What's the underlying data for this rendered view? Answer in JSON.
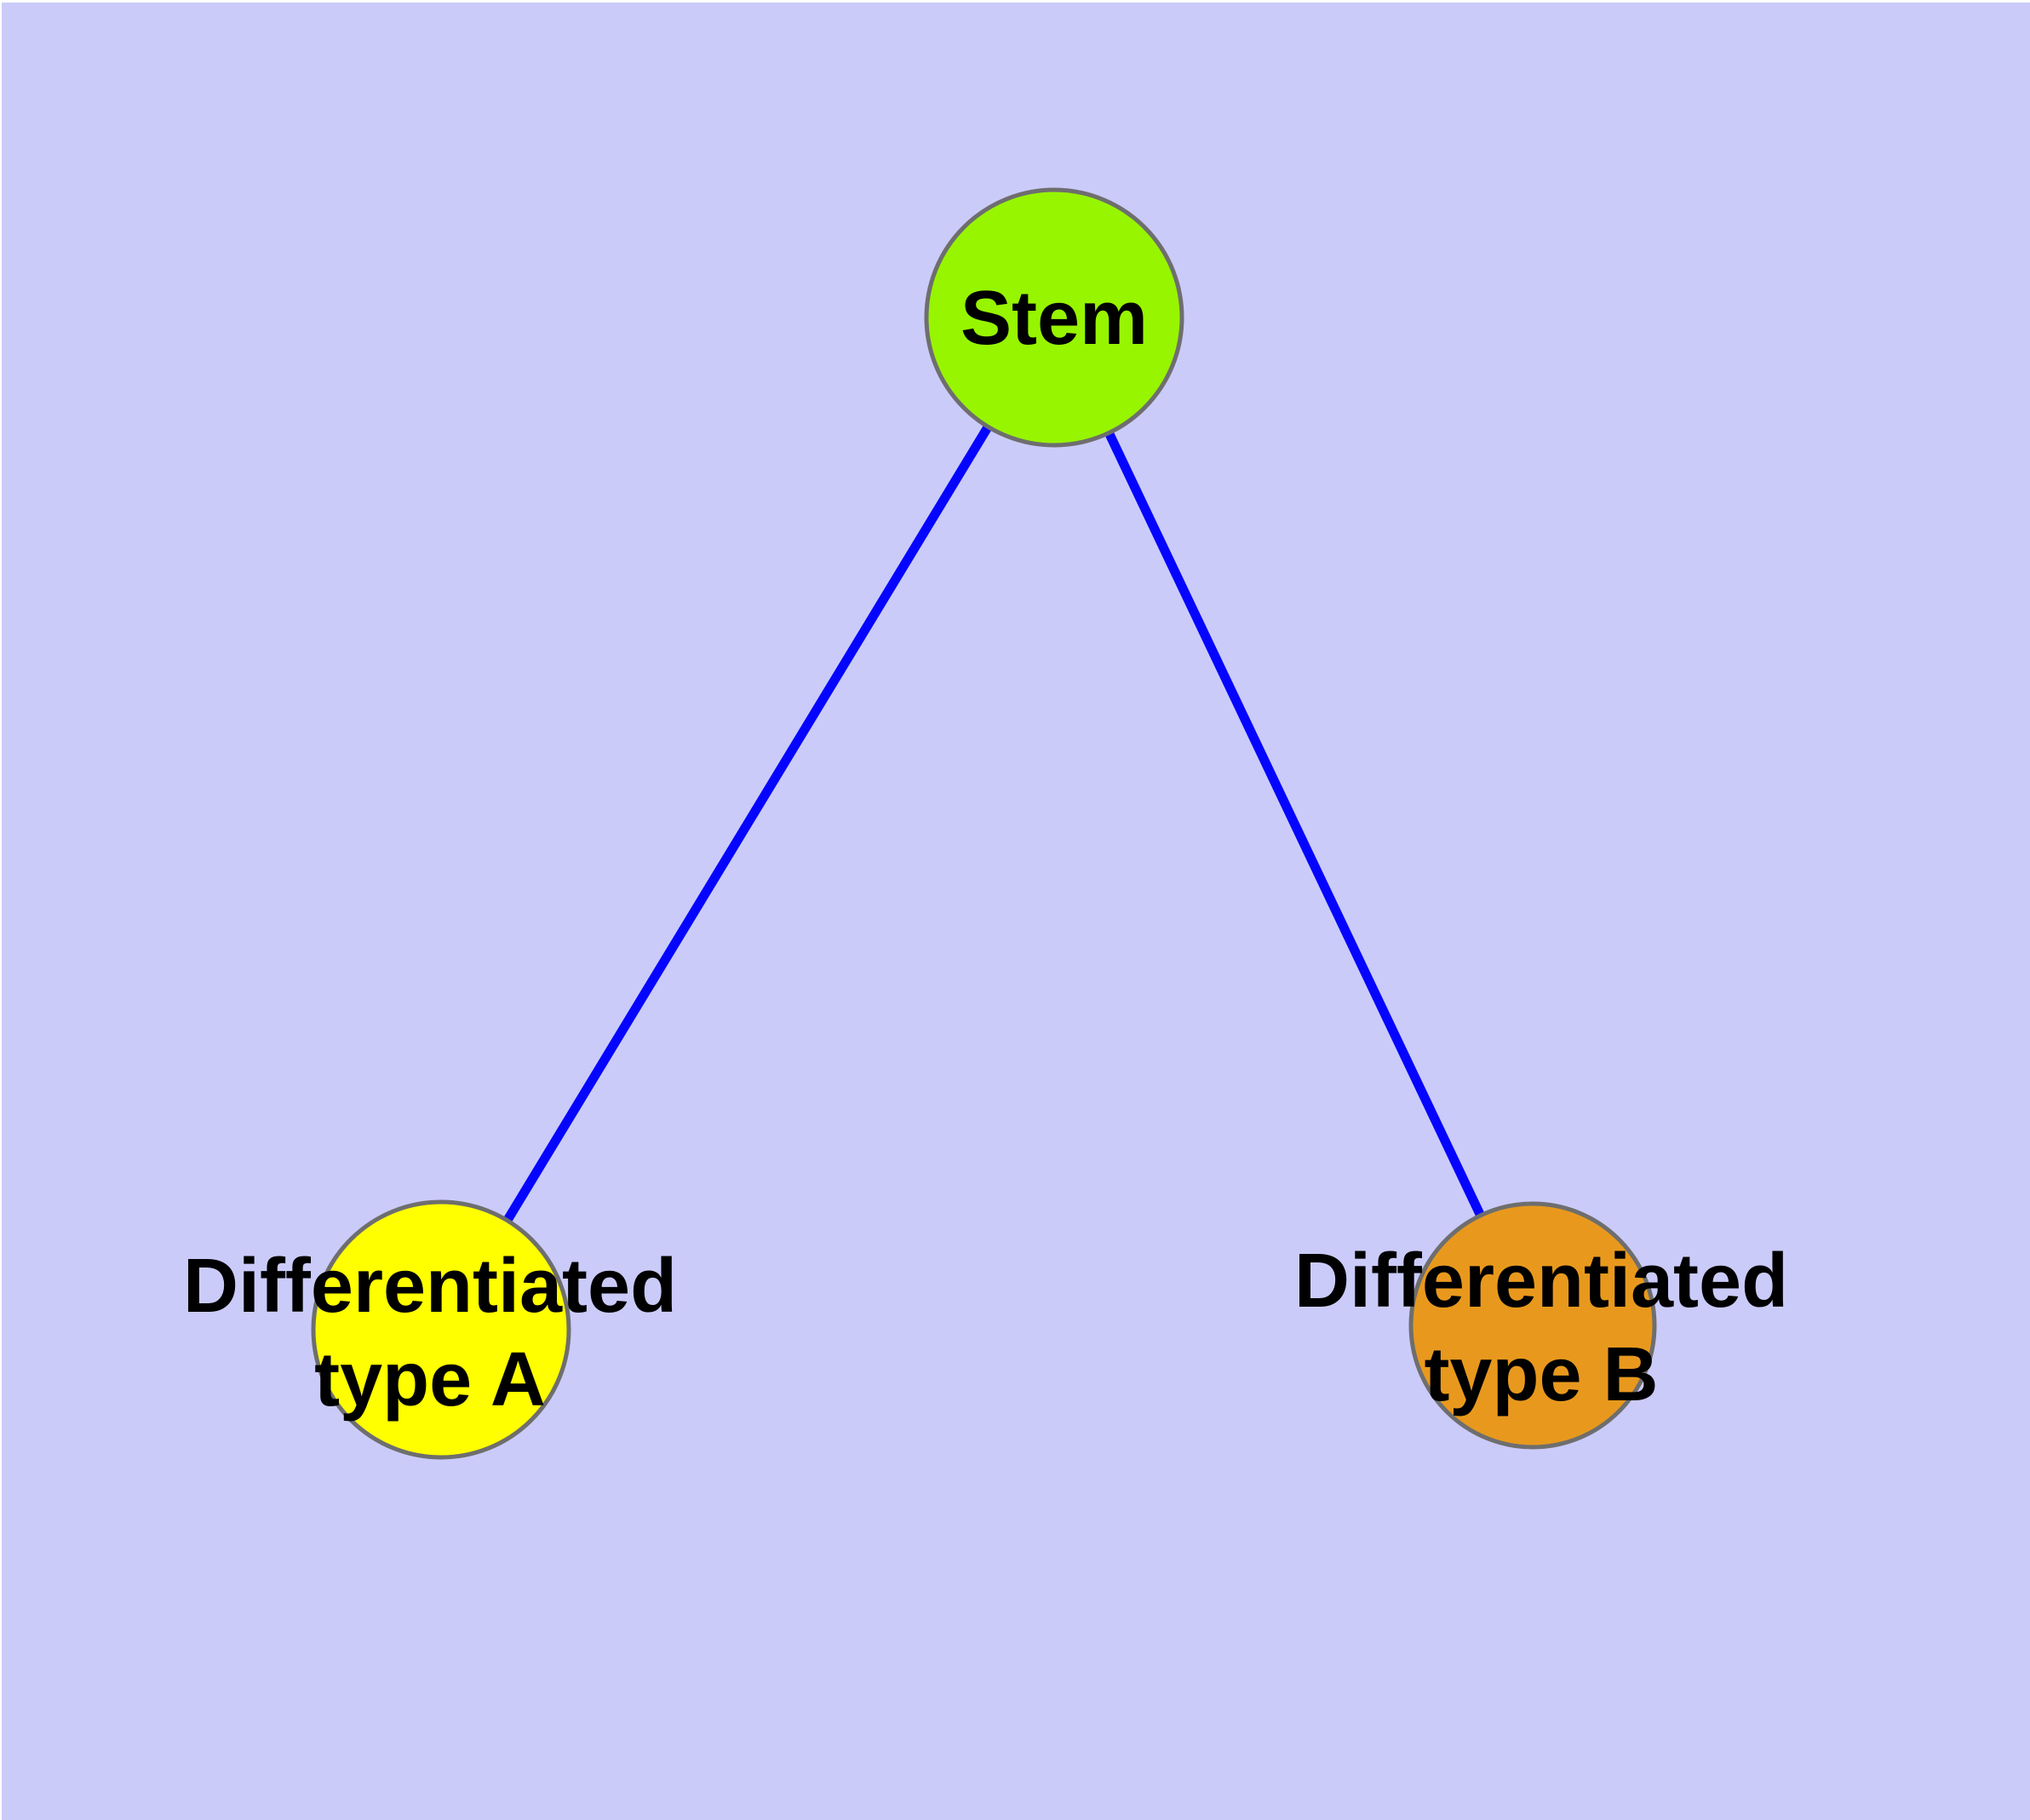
{
  "colors": {
    "background": "#CBCBFA",
    "edge_line": "#0505FF",
    "node_border": "#6E6E6E",
    "label_text": "#000000",
    "stem_fill": "#97F500",
    "type_a_fill": "#FFFF00",
    "type_b_fill": "#E8991D"
  },
  "nodes": [
    {
      "id": "stem",
      "label": "Stem",
      "fill": "#97F500"
    },
    {
      "id": "type-a",
      "label": "Differentiated\ntype A",
      "fill": "#FFFF00"
    },
    {
      "id": "type-b",
      "label": "Differentiated\ntype B",
      "fill": "#E8991D"
    }
  ],
  "edges": [
    {
      "from": "Stem",
      "to": "Differentiated type A"
    },
    {
      "from": "Stem",
      "to": "Differentiated type B"
    }
  ]
}
